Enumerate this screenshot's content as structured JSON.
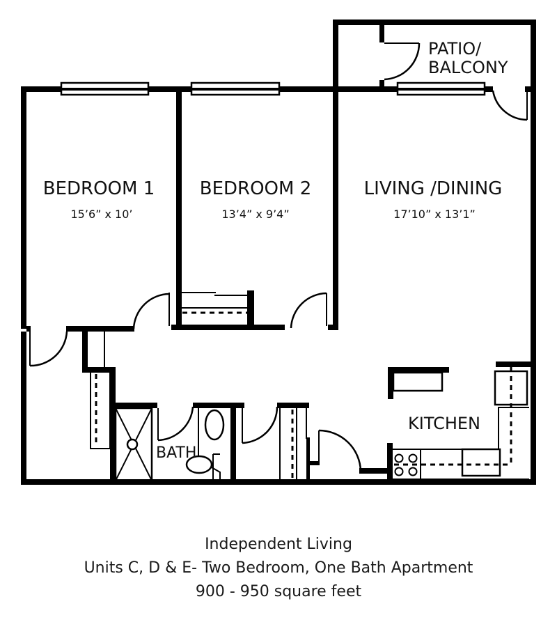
{
  "floor_plan": {
    "rooms": [
      {
        "id": "bedroom-1",
        "label": "BEDROOM 1",
        "dimensions": "15’6” x 10’"
      },
      {
        "id": "bedroom-2",
        "label": "BEDROOM 2",
        "dimensions": "13’4” x 9’4”"
      },
      {
        "id": "living-dining",
        "label": "LIVING /DINING",
        "dimensions": "17’10” x 13’1”"
      },
      {
        "id": "kitchen",
        "label": "KITCHEN"
      },
      {
        "id": "bath",
        "label": "BATH"
      }
    ],
    "patio": {
      "line1": "PATIO/",
      "line2": "BALCONY"
    }
  },
  "caption": {
    "line1": "Independent Living",
    "line2": "Units C, D & E- Two Bedroom, One Bath Apartment",
    "line3": "900 - 950 square feet"
  }
}
